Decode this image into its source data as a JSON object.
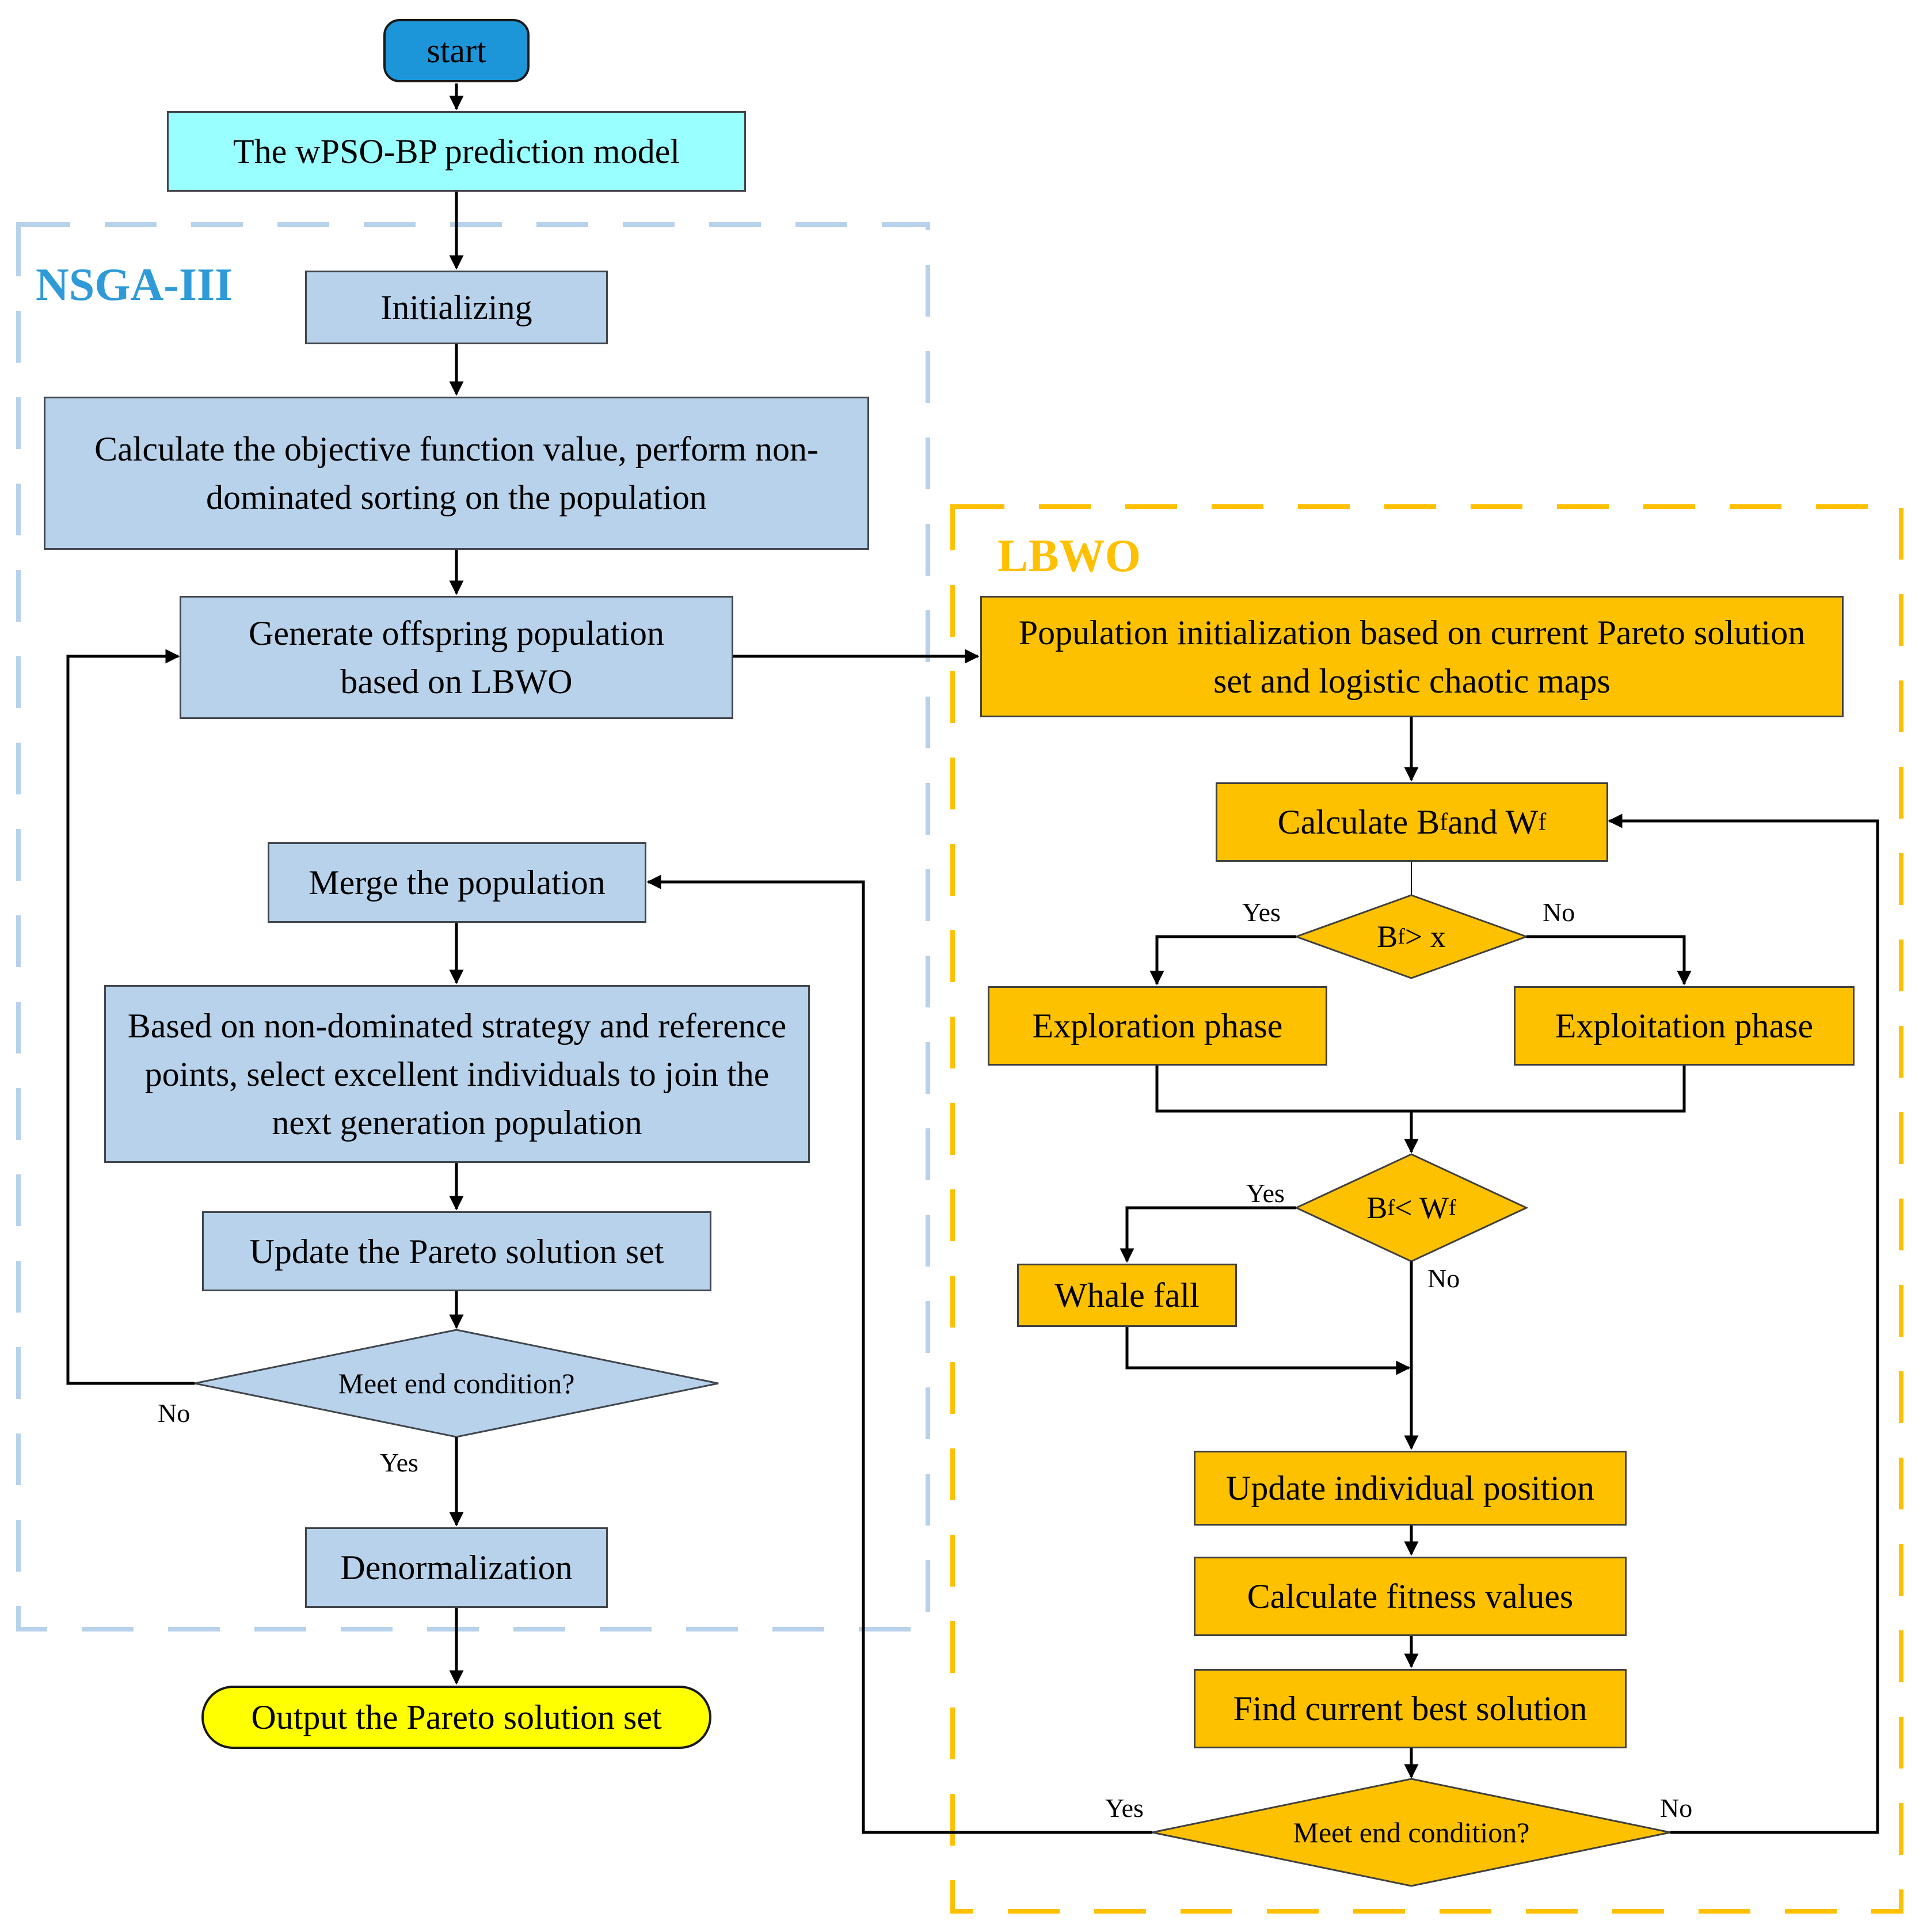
{
  "groups": {
    "nsga": {
      "title": "NSGA-III",
      "color": "#2e9bd8",
      "border": "#b7d2ea"
    },
    "lbwo": {
      "title": "LBWO",
      "color": "#ffc000",
      "border": "#ffc000"
    }
  },
  "nodes": {
    "start": "start",
    "model": "The  wPSO-BP prediction model",
    "init": "Initializing",
    "calc_obj": "Calculate the objective function value, perform non-dominated sorting on the population",
    "gen_offspring": "Generate offspring population based on LBWO",
    "merge": "Merge the population",
    "select": "Based on non-dominated strategy and reference points, select excellent individuals to join the next generation population",
    "update_pareto": "Update the Pareto solution set",
    "end_cond_nsga": "Meet end condition?",
    "denorm": "Denormalization",
    "output": "Output the Pareto solution set",
    "pop_init": "Population initialization based on current Pareto solution set and logistic chaotic maps",
    "calc_bw": {
      "prefix": "Calculate B",
      "sub1": "f",
      "mid": " and W",
      "sub2": "f"
    },
    "cond_bx": {
      "a": "B",
      "sub": "f",
      "rest": " > x"
    },
    "exploration": "Exploration phase",
    "exploitation": "Exploitation phase",
    "cond_bw": {
      "a": "B",
      "sub1": "f",
      "mid": " < W",
      "sub2": "f"
    },
    "whale_fall": "Whale fall",
    "update_pos": "Update individual position",
    "calc_fit": "Calculate fitness values",
    "find_best": "Find current best solution",
    "end_cond_lbwo": "Meet end condition?"
  },
  "labels": {
    "yes_bx": "Yes",
    "no_bx": "No",
    "yes_bw": "Yes",
    "no_bw": "No",
    "no_nsga": "No",
    "yes_nsga": "Yes",
    "yes_lbwo": "Yes",
    "no_lbwo": "No"
  },
  "colors": {
    "blue_fill": "#b7d2ea",
    "orange_fill": "#fdc100",
    "cyan_fill": "#99ffff",
    "start_fill": "#1c96d8",
    "output_fill": "#ffff00"
  }
}
